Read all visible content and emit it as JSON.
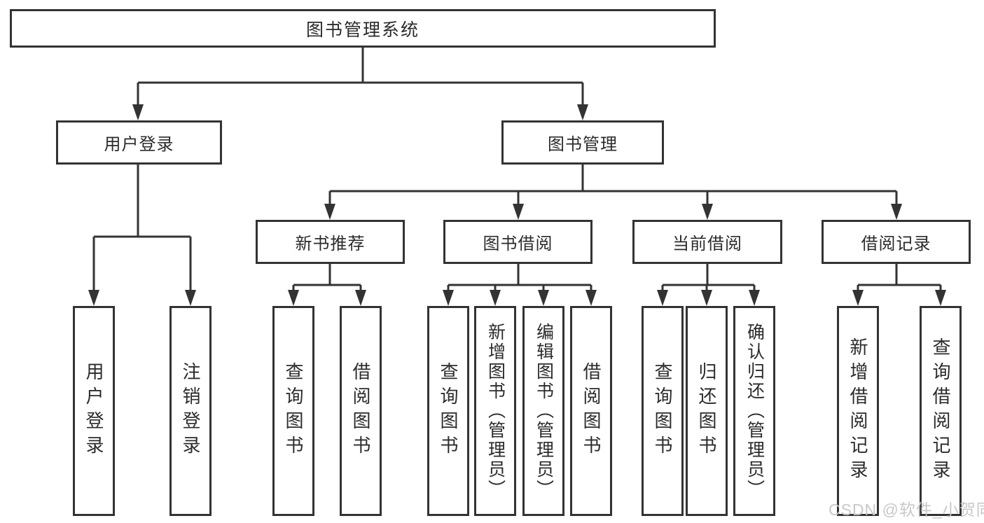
{
  "diagram": {
    "root": "图书管理系统",
    "login": {
      "label": "用户登录",
      "children": [
        "用户登录",
        "注销登录"
      ]
    },
    "management": {
      "label": "图书管理",
      "modules": [
        {
          "label": "新书推荐",
          "children": [
            "查询图书",
            "借阅图书"
          ]
        },
        {
          "label": "图书借阅",
          "children": [
            "查询图书",
            "新增图书（管理员）",
            "编辑图书（管理员）",
            "借阅图书"
          ]
        },
        {
          "label": "当前借阅",
          "children": [
            "查询图书",
            "归还图书",
            "确认归还（管理员）"
          ]
        },
        {
          "label": "借阅记录",
          "children": [
            "新增借阅记录",
            "查询借阅记录"
          ]
        }
      ]
    },
    "watermark": "CSDN @软件_小贺同学",
    "colors": {
      "line": "#333333",
      "text": "#2b2b2b",
      "watermark": "#c5c5c5",
      "background": "#ffffff"
    }
  }
}
